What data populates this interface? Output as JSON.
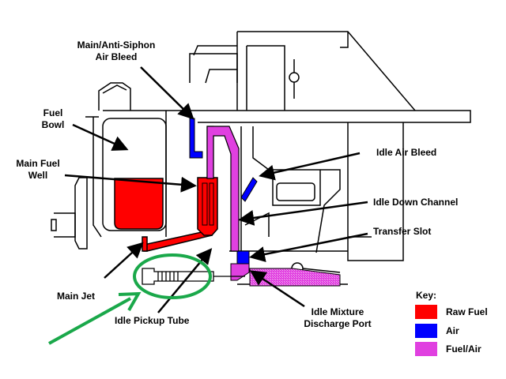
{
  "labels": {
    "main_anti_siphon": "Main/Anti-Siphon\nAir Bleed",
    "fuel_bowl": "Fuel\nBowl",
    "main_fuel_well": "Main Fuel\nWell",
    "main_jet": "Main Jet",
    "idle_pickup_tube": "Idle Pickup Tube",
    "idle_air_bleed": "Idle Air Bleed",
    "idle_down_channel": "Idle Down Channel",
    "transfer_slot": "Transfer Slot",
    "idle_mixture_port": "Idle Mixture\nDischarge Port"
  },
  "key": {
    "title": "Key:",
    "items": [
      {
        "label": "Raw Fuel",
        "color": "#ff0000"
      },
      {
        "label": "Air",
        "color": "#0000ff"
      },
      {
        "label": "Fuel/Air",
        "color": "#e040e0"
      }
    ]
  },
  "colors": {
    "fuel": "#ff0000",
    "air": "#0000ff",
    "mix": "#e040e0",
    "highlight": "#1aa84a",
    "outline": "#000000"
  }
}
